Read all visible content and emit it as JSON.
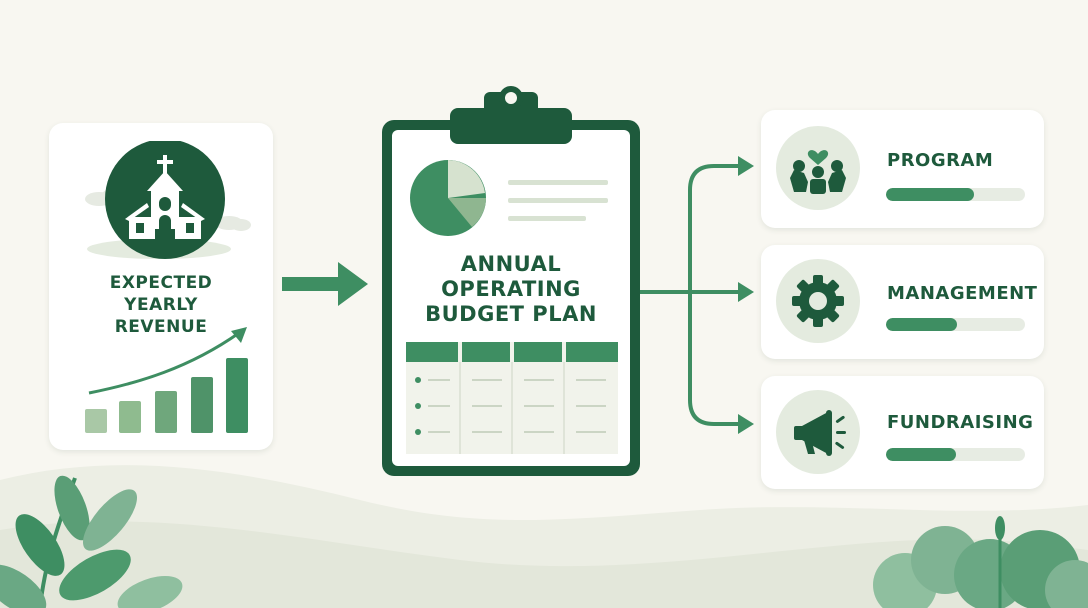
{
  "revenue_card": {
    "label_lines": [
      "EXPECTED",
      "YEARLY",
      "REVENUE"
    ],
    "icon": "church-icon",
    "growth_icon": "growth-chart-icon"
  },
  "budget_plan": {
    "title_lines": [
      "ANNUAL",
      "OPERATING",
      "BUDGET PLAN"
    ],
    "icon": "clipboard-icon",
    "pie_icon": "pie-chart-icon"
  },
  "categories": [
    {
      "label": "PROGRAM",
      "icon": "people-heart-icon",
      "fill": 0.63
    },
    {
      "label": "MANAGEMENT",
      "icon": "gear-icon",
      "fill": 0.51
    },
    {
      "label": "FUNDRAISING",
      "icon": "megaphone-icon",
      "fill": 0.5
    }
  ],
  "colors": {
    "primary": "#1e5a3c",
    "accent": "#3e8e62",
    "light": "#e4ebdf",
    "background": "#f8f7f1"
  }
}
